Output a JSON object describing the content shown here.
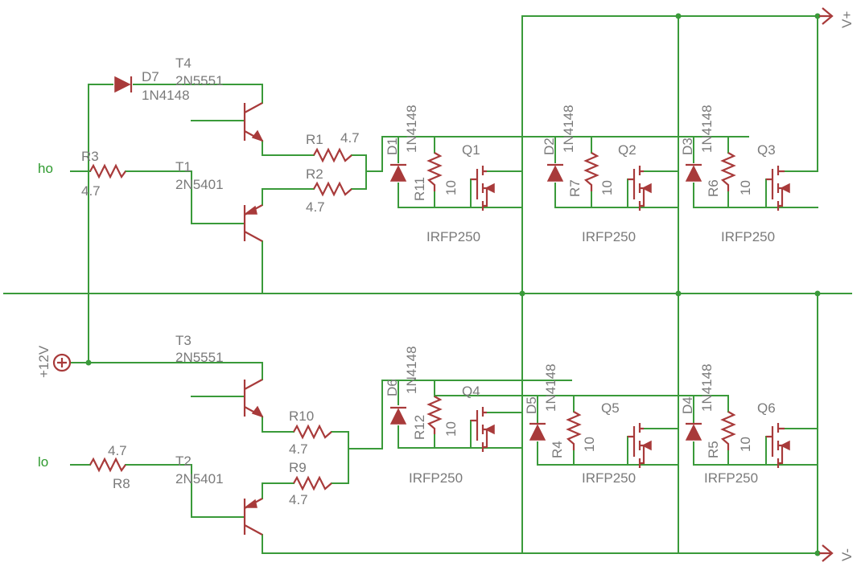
{
  "nets": {
    "ho": "ho",
    "lo": "lo",
    "vplus": "V+",
    "vminus": "V-",
    "plus12": "+12V"
  },
  "transistors": {
    "T4": {
      "ref": "T4",
      "value": "2N5551"
    },
    "T1": {
      "ref": "T1",
      "value": "2N5401"
    },
    "T3": {
      "ref": "T3",
      "value": "2N5551"
    },
    "T2": {
      "ref": "T2",
      "value": "2N5401"
    }
  },
  "diodes": {
    "D7": {
      "ref": "D7",
      "value": "1N4148"
    },
    "D1": {
      "ref": "D1",
      "value": "1N4148"
    },
    "D2": {
      "ref": "D2",
      "value": "1N4148"
    },
    "D3": {
      "ref": "D3",
      "value": "1N4148"
    },
    "D6": {
      "ref": "D6",
      "value": "1N4148"
    },
    "D5": {
      "ref": "D5",
      "value": "1N4148"
    },
    "D4": {
      "ref": "D4",
      "value": "1N4148"
    }
  },
  "resistors": {
    "R1": {
      "ref": "R1",
      "value": "4.7"
    },
    "R2": {
      "ref": "R2",
      "value": "4.7"
    },
    "R3": {
      "ref": "R3",
      "value": "4.7"
    },
    "R8": {
      "ref": "R8",
      "value": "4.7"
    },
    "R9": {
      "ref": "R9",
      "value": "4.7"
    },
    "R10": {
      "ref": "R10",
      "value": "4.7"
    },
    "R11": {
      "ref": "R11",
      "value": "10"
    },
    "R7": {
      "ref": "R7",
      "value": "10"
    },
    "R6": {
      "ref": "R6",
      "value": "10"
    },
    "R12": {
      "ref": "R12",
      "value": "10"
    },
    "R4": {
      "ref": "R4",
      "value": "10"
    },
    "R5": {
      "ref": "R5",
      "value": "10"
    }
  },
  "mosfets": {
    "Q1": {
      "ref": "Q1",
      "value": "IRFP250"
    },
    "Q2": {
      "ref": "Q2",
      "value": "IRFP250"
    },
    "Q3": {
      "ref": "Q3",
      "value": "IRFP250"
    },
    "Q4": {
      "ref": "Q4",
      "value": "IRFP250"
    },
    "Q5": {
      "ref": "Q5",
      "value": "IRFP250"
    },
    "Q6": {
      "ref": "Q6",
      "value": "IRFP250"
    }
  },
  "colors": {
    "wire": "#3a9a3a",
    "symbol": "#a83a3a",
    "label": "#7a7a7a",
    "net_label": "#2e9a2e"
  }
}
